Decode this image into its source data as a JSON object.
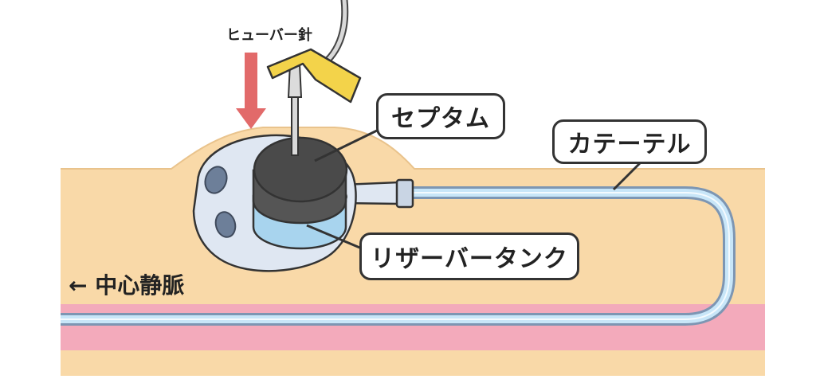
{
  "labels": {
    "huber_needle": "ヒューバー針",
    "septum": "セプタム",
    "catheter": "カテーテル",
    "reservoir_tank": "リザーバータンク",
    "central_vein": "← 中心静脈"
  },
  "colors": {
    "skin": "#f9d9a8",
    "vein": "#f3aabb",
    "port_body": "#dfe7f2",
    "septum": "#555555",
    "reservoir": "#a8d4ee",
    "catheter": "#c8e6f8",
    "needle_wing": "#f3d34a",
    "arrow": "#e26a6a",
    "outline": "#333333"
  }
}
